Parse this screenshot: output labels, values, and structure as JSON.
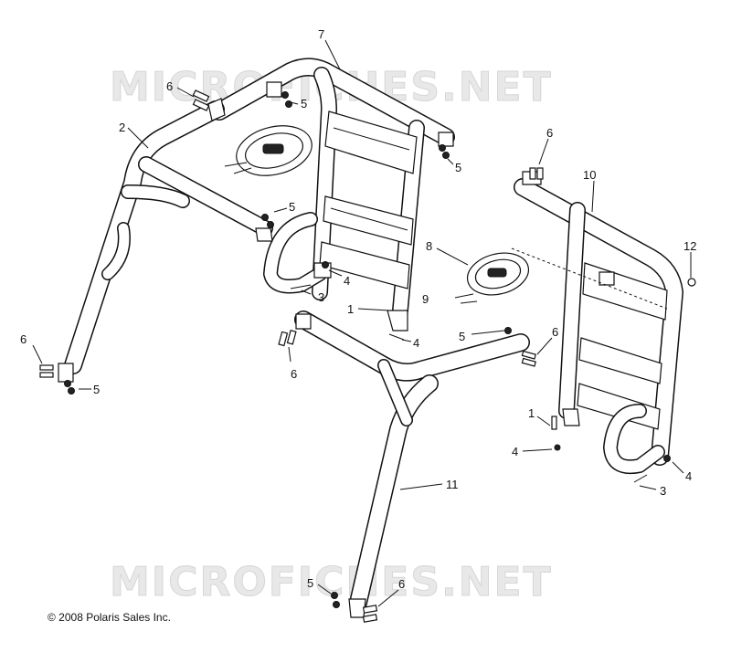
{
  "watermark": {
    "text": "MICROFICHES.NET"
  },
  "copyright": "© 2008 Polaris Sales Inc.",
  "callouts": {
    "c1a": "1",
    "c1b": "1",
    "c2": "2",
    "c3a": "3",
    "c3b": "3",
    "c4a": "4",
    "c4b": "4",
    "c4c": "4",
    "c4d": "4",
    "c5a": "5",
    "c5b": "5",
    "c5c": "5",
    "c5d": "5",
    "c5e": "5",
    "c5f": "5",
    "c6a": "6",
    "c6b": "6",
    "c6c": "6",
    "c6d": "6",
    "c6e": "6",
    "c6f": "6",
    "c7": "7",
    "c8": "8",
    "c9": "9",
    "c10": "10",
    "c11": "11",
    "c12": "12"
  }
}
